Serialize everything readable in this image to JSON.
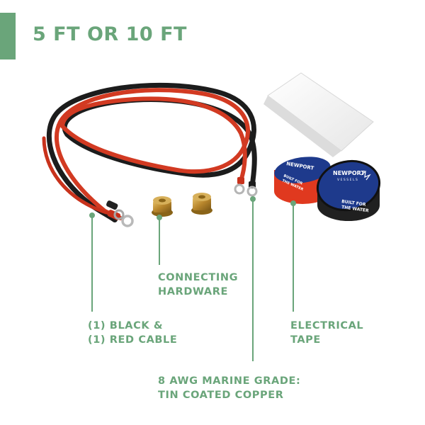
{
  "heading": "5 FT OR 10 FT",
  "callouts": {
    "hardware": {
      "line1": "CONNECTING",
      "line2": "HARDWARE"
    },
    "cable": {
      "line1": "(1) BLACK &",
      "line2": "(1) RED CABLE"
    },
    "tape": {
      "line1": "ELECTRICAL",
      "line2": "TAPE"
    },
    "wire_spec": {
      "line1": "8 AWG MARINE GRADE:",
      "line2": "TIN COATED COPPER"
    }
  },
  "tape_roll": {
    "brand": "NEWPORT",
    "sub_brand": "VESSELS",
    "slogan_line1": "BUILT FOR",
    "slogan_line2": "THE WATER"
  },
  "colors": {
    "accent": "#6aa57a",
    "red_cable": "#d23a22",
    "black_cable": "#1c1c1c",
    "tape_blue": "#1e3a8c"
  }
}
